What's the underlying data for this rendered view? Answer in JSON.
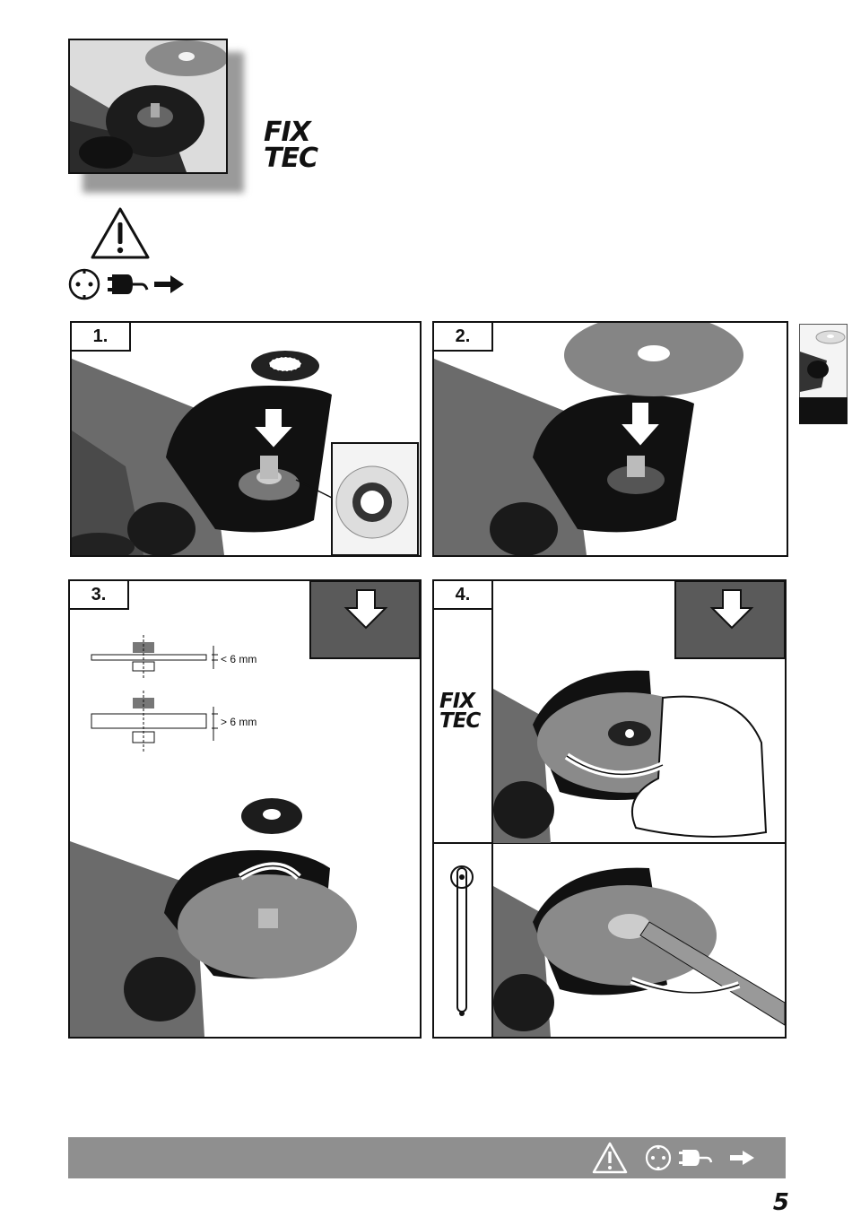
{
  "header": {
    "brand_line1": "FIX",
    "brand_line2": "TEC"
  },
  "steps": [
    {
      "label": "1."
    },
    {
      "label": "2."
    },
    {
      "label": "3."
    },
    {
      "label": "4."
    }
  ],
  "step3": {
    "thin_disc_label": "< 6 mm",
    "thick_disc_label": "> 6 mm"
  },
  "step4": {
    "brand_line1": "FIX",
    "brand_line2": "TEC"
  },
  "footer": {
    "page_number": "5"
  },
  "icons": {
    "warning": "warning-triangle-icon",
    "socket": "power-socket-icon",
    "plug": "unplug-icon",
    "arrow": "arrow-right-icon"
  }
}
